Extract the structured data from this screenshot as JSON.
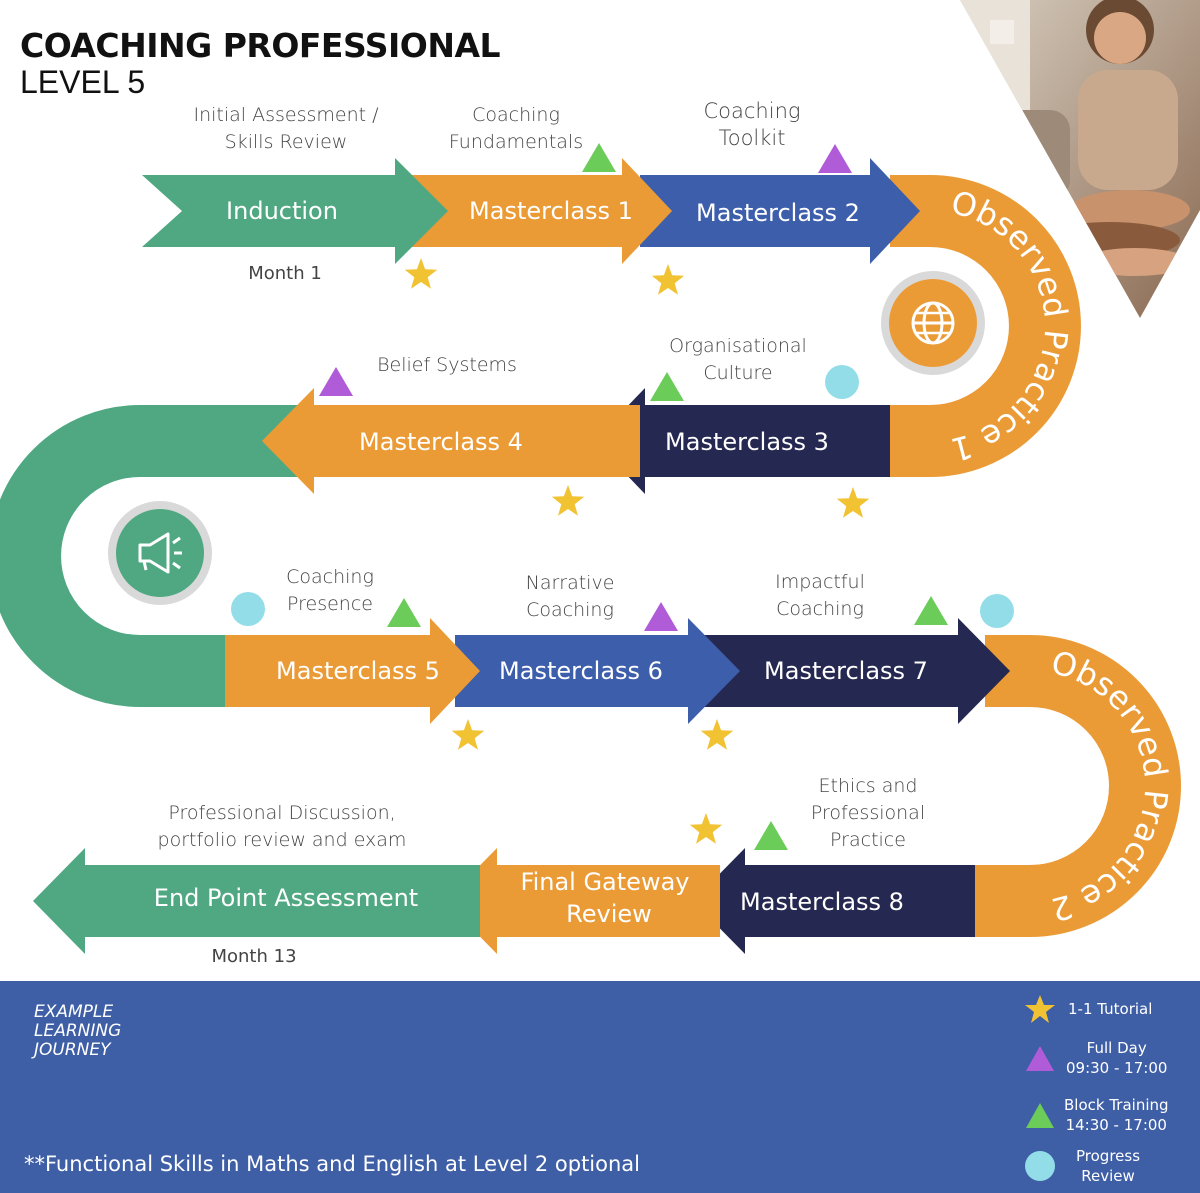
{
  "header": {
    "title": "COACHING PROFESSIONAL",
    "subtitle": "LEVEL 5"
  },
  "steps": {
    "induction": "Induction",
    "mc1": "Masterclass 1",
    "mc2": "Masterclass 2",
    "mc3": "Masterclass 3",
    "mc4": "Masterclass 4",
    "mc5": "Masterclass 5",
    "mc6": "Masterclass 6",
    "mc7": "Masterclass 7",
    "mc8": "Masterclass 8",
    "final_line1": "Final Gateway",
    "final_line2": "Review",
    "epa": "End Point Assessment",
    "op1": "Observed Practice 1",
    "op2": "Observed Practice 2"
  },
  "topics": {
    "induction_l1": "Initial Assessment /",
    "induction_l2": "Skills Review",
    "mc1_l1": "Coaching",
    "mc1_l2": "Fundamentals",
    "mc2_l1": "Coaching",
    "mc2_l2": "Toolkit",
    "mc3_l1": "Organisational",
    "mc3_l2": "Culture",
    "mc4": "Belief Systems",
    "mc5_l1": "Coaching",
    "mc5_l2": "Presence",
    "mc6_l1": "Narrative",
    "mc6_l2": "Coaching",
    "mc7_l1": "Impactful",
    "mc7_l2": "Coaching",
    "mc8_l1": "Ethics and",
    "mc8_l2": "Professional",
    "mc8_l3": "Practice",
    "epa_l1": "Professional Discussion,",
    "epa_l2": "portfolio review and exam"
  },
  "months": {
    "start": "Month 1",
    "end": "Month 13"
  },
  "footer": {
    "example_l1": "EXAMPLE",
    "example_l2": "LEARNING",
    "example_l3": "JOURNEY",
    "note": "**Functional Skills in Maths and English at Level 2 optional"
  },
  "legend": [
    {
      "icon": "star-icon",
      "label": "1-1 Tutorial"
    },
    {
      "icon": "triangle-icon",
      "label": "Full Day\n09:30 - 17:00"
    },
    {
      "icon": "triangle-icon",
      "label": "Block Training\n14:30 - 17:00"
    },
    {
      "icon": "circle-icon",
      "label": "Progress\nReview"
    }
  ],
  "colors": {
    "green": "#4fa882",
    "orange": "#eb9b36",
    "blue": "#3d5eab",
    "navy": "#252850",
    "star": "#f1c232",
    "purple": "#b05bd8",
    "lime": "#6ccc5a",
    "cyan": "#92dde8",
    "footer": "#3e5ea6"
  }
}
